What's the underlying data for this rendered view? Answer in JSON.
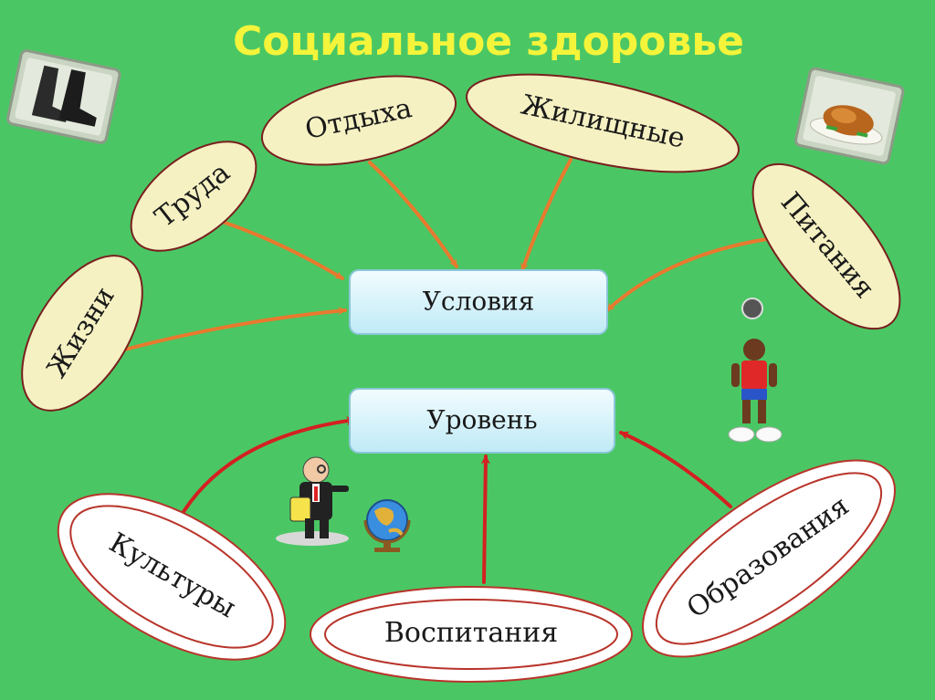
{
  "title": "Социальное здоровье",
  "boxes": {
    "conditions": "Условия",
    "level": "Уровень"
  },
  "condition_nodes": {
    "zhizni": "Жизни",
    "truda": "Труда",
    "otdykha": "Отдыха",
    "zhilishchnye": "Жилищные",
    "pitaniya": "Питания"
  },
  "level_nodes": {
    "kultury": "Культуры",
    "vospitaniya": "Воспитания",
    "obrazovaniya": "Образования"
  },
  "colors": {
    "background": "#4ac764",
    "title": "#f4f43a",
    "ellipse_fill": "#f5f1c2",
    "ring_border": "#b8342a",
    "orange_arrow": "#e8792e",
    "red_arrow": "#d42020",
    "box_fill": "#d8f4fb"
  },
  "icons": [
    "boots-icon",
    "roast-chicken-icon",
    "soccer-player-icon",
    "teacher-icon",
    "globe-icon"
  ]
}
